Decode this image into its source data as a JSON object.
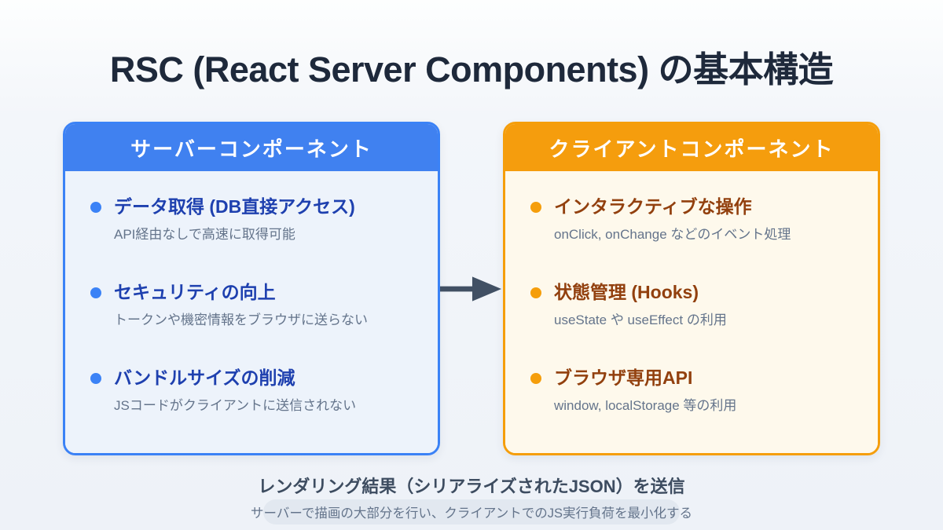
{
  "title": "RSC (React Server Components) の基本構造",
  "server_card": {
    "header": "サーバーコンポーネント",
    "items": [
      {
        "title": "データ取得 (DB直接アクセス)",
        "desc": "API経由なしで高速に取得可能"
      },
      {
        "title": "セキュリティの向上",
        "desc": "トークンや機密情報をブラウザに送らない"
      },
      {
        "title": "バンドルサイズの削減",
        "desc": "JSコードがクライアントに送信されない"
      }
    ]
  },
  "client_card": {
    "header": "クライアントコンポーネント",
    "items": [
      {
        "title": "インタラクティブな操作",
        "desc": "onClick, onChange などのイベント処理"
      },
      {
        "title": "状態管理 (Hooks)",
        "desc": "useState や useEffect の利用"
      },
      {
        "title": "ブラウザ専用API",
        "desc": "window, localStorage 等の利用"
      }
    ]
  },
  "footer": {
    "arrow_label": "レンダリング結果（シリアライズされたJSON）を送信",
    "note": "サーバーで描画の大部分を行い、クライアントでのJS実行負荷を最小化する"
  },
  "colors": {
    "title_color": "#1E293B",
    "server_accent": "#3B82F6",
    "server_header_bg": "#4081F0",
    "server_body_bg": "#EDF3FB",
    "server_title_color": "#1E40AF",
    "client_accent": "#F59E0B",
    "client_header_bg": "#F59D0D",
    "client_body_bg": "#FEF9EC",
    "client_title_color": "#92400E",
    "desc_color": "#64748B",
    "arrow_color": "#415064",
    "footer_label_color": "#3D4C60",
    "note_pill_bg": "#E2E8F0",
    "note_text_color": "#64748B"
  }
}
